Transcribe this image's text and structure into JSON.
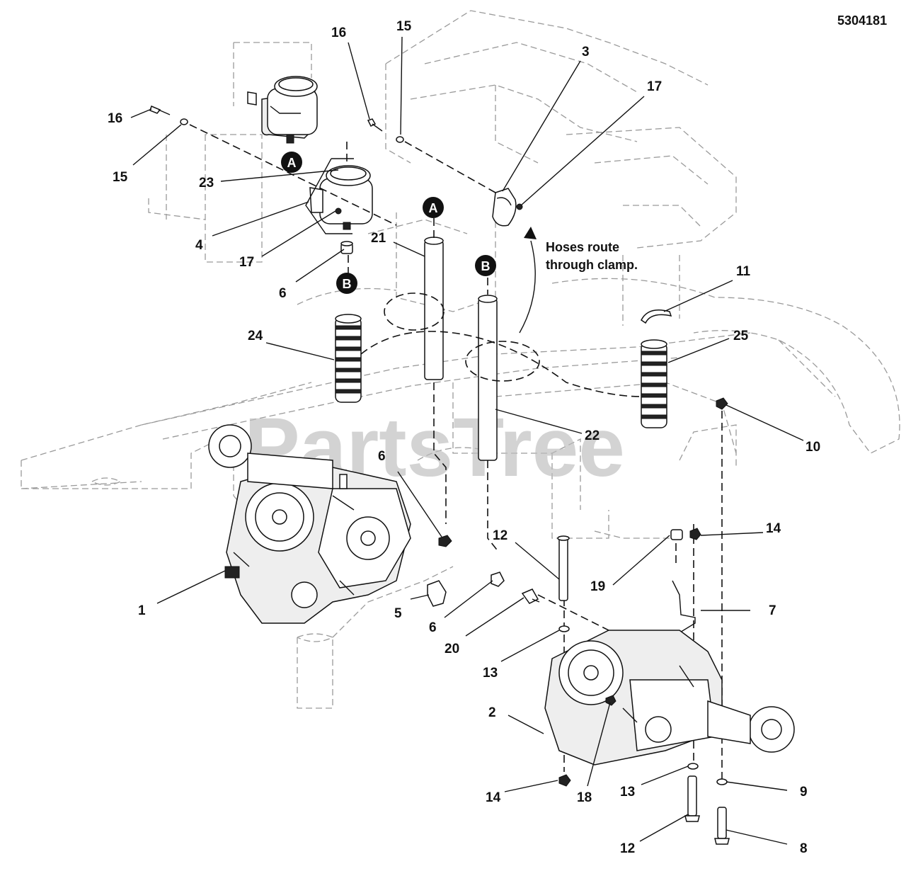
{
  "document_number": "5304181",
  "watermark": "PartsTree",
  "note": {
    "line1": "Hoses route",
    "line2": "through clamp."
  },
  "markers": [
    {
      "id": "marker-a-top",
      "label": "A"
    },
    {
      "id": "marker-b-top",
      "label": "B"
    },
    {
      "id": "marker-a-hose",
      "label": "A"
    },
    {
      "id": "marker-b-hose",
      "label": "B"
    }
  ],
  "callouts": [
    {
      "id": "c16a",
      "label": "16"
    },
    {
      "id": "c15a",
      "label": "15"
    },
    {
      "id": "c16b",
      "label": "16"
    },
    {
      "id": "c15b",
      "label": "15"
    },
    {
      "id": "c3",
      "label": "3"
    },
    {
      "id": "c17a",
      "label": "17"
    },
    {
      "id": "c23",
      "label": "23"
    },
    {
      "id": "c4",
      "label": "4"
    },
    {
      "id": "c17b",
      "label": "17"
    },
    {
      "id": "c6a",
      "label": "6"
    },
    {
      "id": "c21",
      "label": "21"
    },
    {
      "id": "c11",
      "label": "11"
    },
    {
      "id": "c24",
      "label": "24"
    },
    {
      "id": "c25",
      "label": "25"
    },
    {
      "id": "c22",
      "label": "22"
    },
    {
      "id": "c10",
      "label": "10"
    },
    {
      "id": "c6b",
      "label": "6"
    },
    {
      "id": "c12a",
      "label": "12"
    },
    {
      "id": "c14a",
      "label": "14"
    },
    {
      "id": "c19",
      "label": "19"
    },
    {
      "id": "c7",
      "label": "7"
    },
    {
      "id": "c1",
      "label": "1"
    },
    {
      "id": "c5",
      "label": "5"
    },
    {
      "id": "c6c",
      "label": "6"
    },
    {
      "id": "c20",
      "label": "20"
    },
    {
      "id": "c13a",
      "label": "13"
    },
    {
      "id": "c2",
      "label": "2"
    },
    {
      "id": "c14b",
      "label": "14"
    },
    {
      "id": "c18",
      "label": "18"
    },
    {
      "id": "c13b",
      "label": "13"
    },
    {
      "id": "c9",
      "label": "9"
    },
    {
      "id": "c12b",
      "label": "12"
    },
    {
      "id": "c8",
      "label": "8"
    }
  ]
}
